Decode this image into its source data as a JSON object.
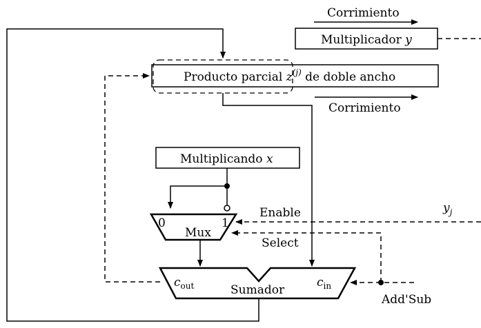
{
  "labels": {
    "shift_top": "Corrimiento",
    "multiplier_text": "Multiplicador ",
    "multiplier_var": "y",
    "partial_text": "Producto parcial ",
    "partial_var": "z",
    "partial_sup": "(j)",
    "partial_rest": " de doble ancho",
    "shift_bottom": "Corrimiento",
    "multiplicand_text": "Multiplicando ",
    "multiplicand_var": "x",
    "mux": "Mux",
    "mux_in0": "0",
    "mux_in1": "1",
    "enable": "Enable",
    "select": "Select",
    "yj_var": "y",
    "yj_sub": "j",
    "adder": "Sumador",
    "cout_main": "c",
    "cout_sub": "out",
    "cin_main": "c",
    "cin_sub": "in",
    "addsub": "Add'Sub"
  },
  "colors": {
    "stroke": "#000000",
    "background": "#ffffff"
  }
}
